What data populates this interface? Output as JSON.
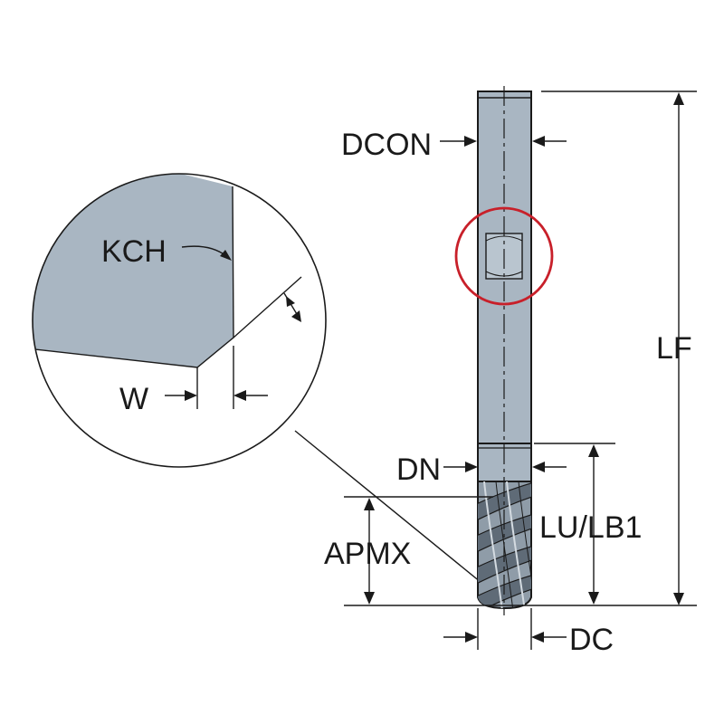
{
  "labels": {
    "dcon": "DCON",
    "kch": "KCH",
    "w": "W",
    "dn": "DN",
    "apmx": "APMX",
    "lu_lb1": "LU/LB1",
    "lf": "LF",
    "dc": "DC"
  },
  "colors": {
    "tool_fill": "#a9b6c2",
    "tool_dark": "#76828e",
    "outline": "#1a1a1a",
    "highlight_ring": "#c8202a"
  }
}
